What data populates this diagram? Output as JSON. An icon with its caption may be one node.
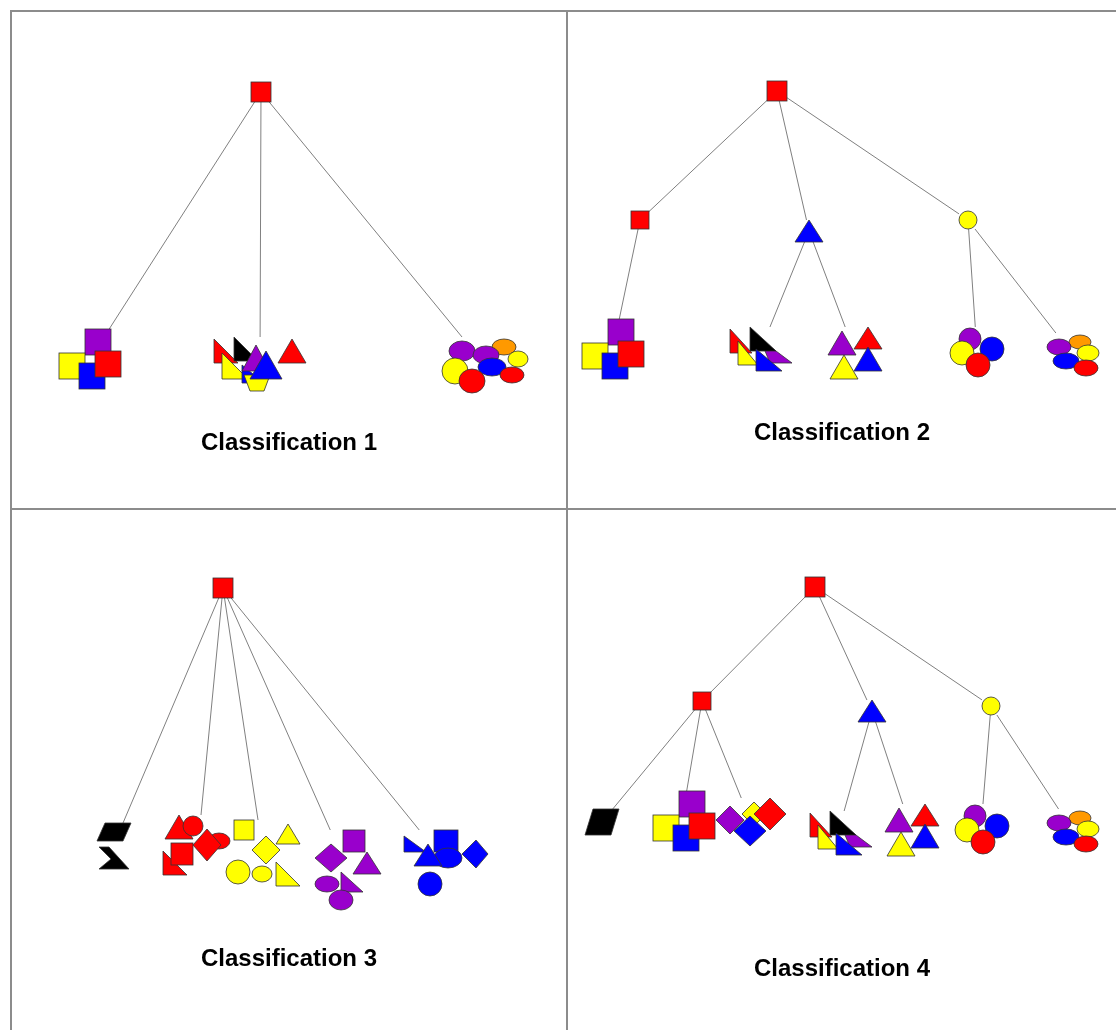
{
  "diagram": {
    "nodes": [
      {
        "text": [
          "Classification 1"
        ]
      },
      {
        "text": [],
        "shape": "box",
        "in": 0
      },
      {
        "text": [],
        "shape": "picture",
        "in": 0
      },
      {
        "text": [],
        "shape": "picture",
        "in": 0
      },
      {
        "text": [],
        "shape": "picture",
        "in": 0
      },
      {
        "text": [
          "Classification 2"
        ]
      },
      {
        "text": [],
        "shape": "box",
        "in": 5
      },
      {
        "text": [],
        "shape": "box",
        "in": 5
      },
      {
        "text": [],
        "shape": "triangle",
        "in": 5
      },
      {
        "text": [],
        "shape": "circle",
        "in": 5
      },
      {
        "text": [],
        "shape": "picture",
        "in": 5
      },
      {
        "text": [],
        "shape": "picture",
        "in": 5
      },
      {
        "text": [],
        "shape": "picture",
        "in": 5
      },
      {
        "text": [],
        "shape": "picture",
        "in": 5
      },
      {
        "text": [],
        "shape": "picture",
        "in": 5
      },
      {
        "text": [
          "Classification 3"
        ]
      },
      {
        "text": [],
        "shape": "box",
        "in": 15
      },
      {
        "text": [],
        "shape": "picture",
        "in": 15
      },
      {
        "text": [],
        "shape": "picture",
        "in": 15
      },
      {
        "text": [],
        "shape": "picture",
        "in": 15
      },
      {
        "text": [],
        "shape": "picture",
        "in": 15
      },
      {
        "text": [],
        "shape": "picture",
        "in": 15
      },
      {
        "text": [
          "Classification 4"
        ]
      },
      {
        "text": [],
        "shape": "box",
        "in": 22
      },
      {
        "text": [],
        "shape": "box",
        "in": 22
      },
      {
        "text": [],
        "shape": "triangle",
        "in": 22
      },
      {
        "text": [],
        "shape": "circle",
        "in": 22
      },
      {
        "text": [],
        "shape": "picture",
        "in": 22
      },
      {
        "text": [],
        "shape": "picture",
        "in": 22
      },
      {
        "text": [],
        "shape": "picture",
        "in": 22
      },
      {
        "text": [],
        "shape": "picture",
        "in": 22
      },
      {
        "text": [],
        "shape": "picture",
        "in": 22
      },
      {
        "text": [],
        "shape": "picture",
        "in": 22
      },
      {
        "text": [],
        "shape": "picture",
        "in": 22
      }
    ],
    "edges": [
      {
        "from": 1,
        "to": 2,
        "arrow": "none"
      },
      {
        "from": 1,
        "to": 3,
        "arrow": "none"
      },
      {
        "from": 1,
        "to": 4,
        "arrow": "none"
      },
      {
        "from": 6,
        "to": 7,
        "arrow": "none"
      },
      {
        "from": 6,
        "to": 8,
        "arrow": "none"
      },
      {
        "from": 6,
        "to": 9,
        "arrow": "none"
      },
      {
        "from": 7,
        "to": 10,
        "arrow": "none"
      },
      {
        "from": 8,
        "to": 11,
        "arrow": "none"
      },
      {
        "from": 8,
        "to": 12,
        "arrow": "none"
      },
      {
        "from": 9,
        "to": 13,
        "arrow": "none"
      },
      {
        "from": 9,
        "to": 14,
        "arrow": "none"
      },
      {
        "from": 16,
        "to": 17,
        "arrow": "none"
      },
      {
        "from": 16,
        "to": 18,
        "arrow": "none"
      },
      {
        "from": 16,
        "to": 19,
        "arrow": "none"
      },
      {
        "from": 16,
        "to": 20,
        "arrow": "none"
      },
      {
        "from": 16,
        "to": 21,
        "arrow": "none"
      },
      {
        "from": 23,
        "to": 24,
        "arrow": "none"
      },
      {
        "from": 23,
        "to": 25,
        "arrow": "none"
      },
      {
        "from": 23,
        "to": 26,
        "arrow": "none"
      },
      {
        "from": 24,
        "to": 27,
        "arrow": "none"
      },
      {
        "from": 24,
        "to": 28,
        "arrow": "none"
      },
      {
        "from": 24,
        "to": 29,
        "arrow": "none"
      },
      {
        "from": 25,
        "to": 30,
        "arrow": "none"
      },
      {
        "from": 25,
        "to": 31,
        "arrow": "none"
      },
      {
        "from": 26,
        "to": 32,
        "arrow": "none"
      },
      {
        "from": 26,
        "to": 33,
        "arrow": "none"
      }
    ]
  }
}
